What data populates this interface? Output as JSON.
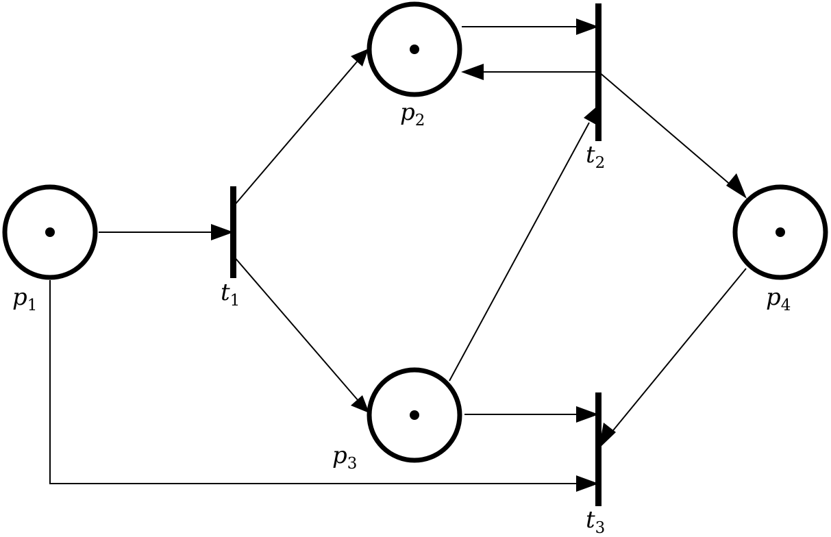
{
  "diagram": {
    "places": [
      {
        "id": "p1",
        "label": "p",
        "index": "1",
        "tokens": 1
      },
      {
        "id": "p2",
        "label": "p",
        "index": "2",
        "tokens": 1
      },
      {
        "id": "p3",
        "label": "p",
        "index": "3",
        "tokens": 1
      },
      {
        "id": "p4",
        "label": "p",
        "index": "4",
        "tokens": 1
      }
    ],
    "transitions": [
      {
        "id": "t1",
        "label": "t",
        "index": "1"
      },
      {
        "id": "t2",
        "label": "t",
        "index": "2"
      },
      {
        "id": "t3",
        "label": "t",
        "index": "3"
      }
    ],
    "arcs": [
      {
        "from": "p1",
        "to": "t1"
      },
      {
        "from": "t1",
        "to": "p2"
      },
      {
        "from": "t1",
        "to": "p3"
      },
      {
        "from": "p2",
        "to": "t2"
      },
      {
        "from": "t2",
        "to": "p2"
      },
      {
        "from": "p3",
        "to": "t2"
      },
      {
        "from": "t2",
        "to": "p4"
      },
      {
        "from": "p3",
        "to": "t3"
      },
      {
        "from": "p4",
        "to": "t3"
      },
      {
        "from": "p1",
        "to": "t3"
      }
    ],
    "colors": {
      "stroke": "#000000",
      "background": "#ffffff"
    }
  }
}
